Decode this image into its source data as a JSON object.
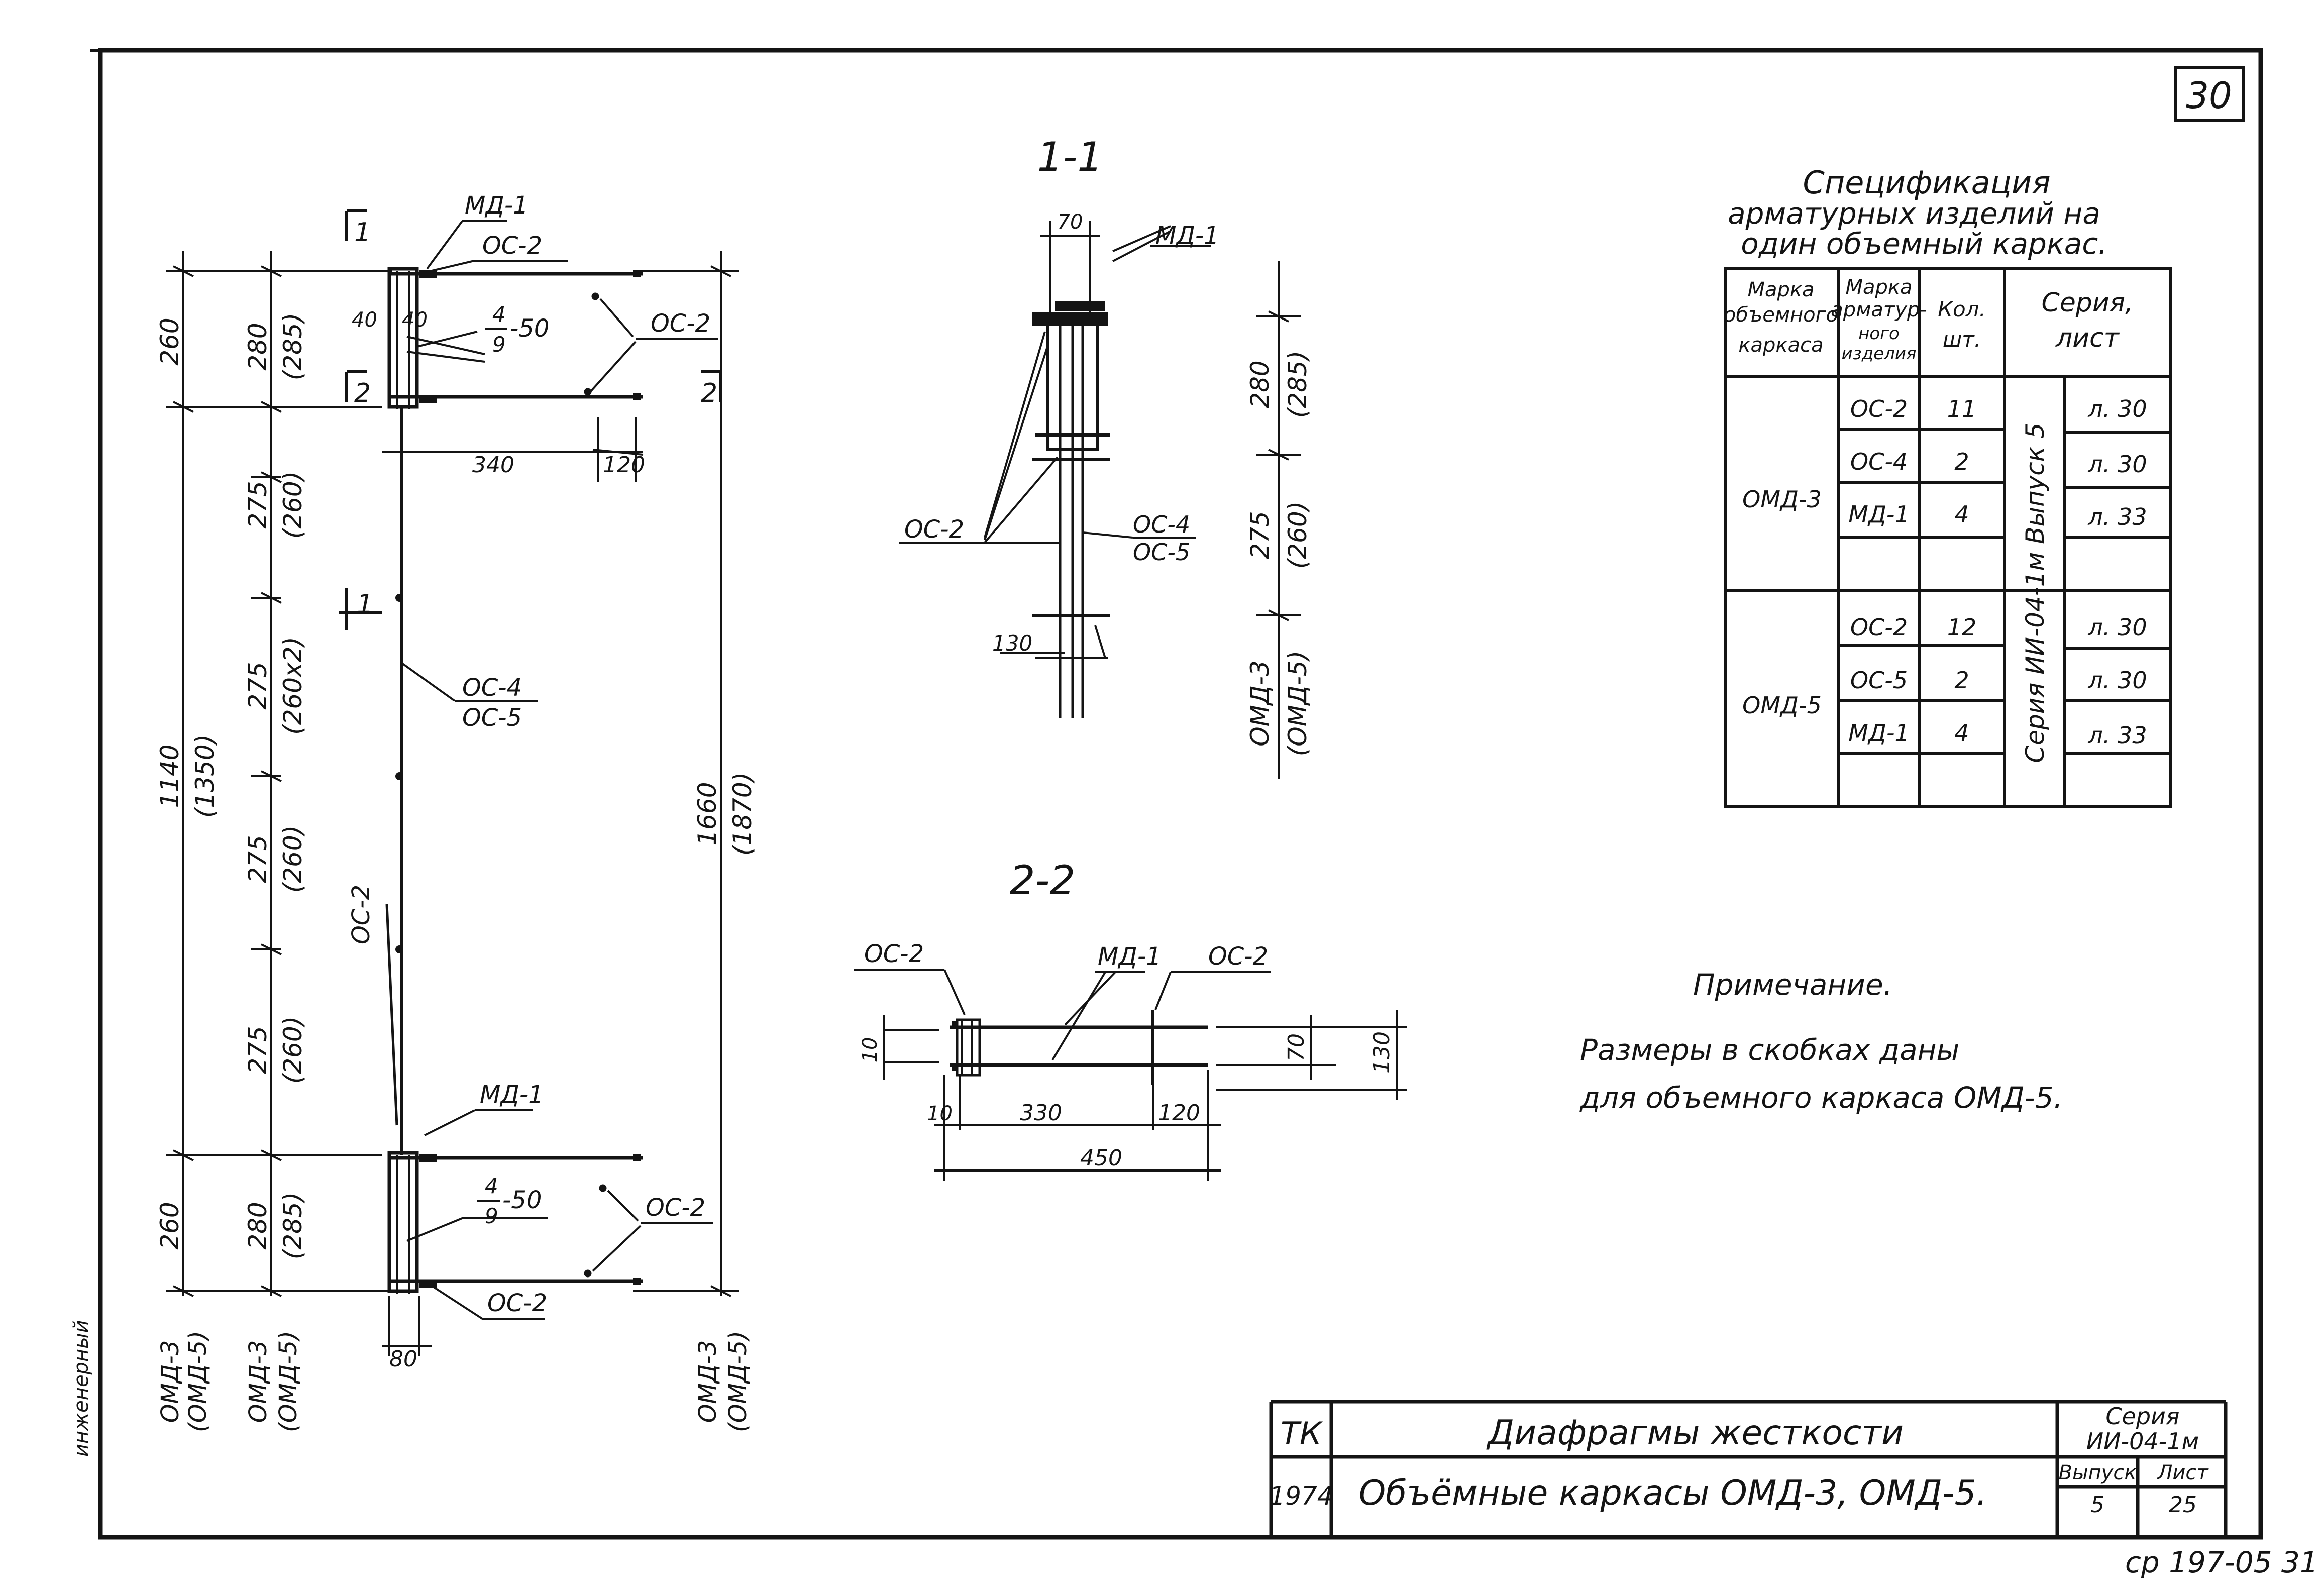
{
  "sheet_number": "30",
  "main_view": {
    "left_dims": [
      "260",
      "1140",
      "(1350)",
      "260"
    ],
    "inner_dims": [
      "280",
      "(285)",
      "275",
      "(260)",
      "275",
      "(260х2)",
      "275",
      "(260)",
      "275",
      "(260)",
      "280",
      "(285)"
    ],
    "right_dims": [
      "1660",
      "(1870)"
    ],
    "bottom_labels": [
      "ОМД-3",
      "(ОМД-5)",
      "ОМД-3",
      "(ОМД-5)",
      "ОМД-3",
      "(ОМД-5)"
    ],
    "top_callouts": {
      "md": "МД-1",
      "oc2_a": "ОС-2",
      "d40a": "40",
      "d40b": "40",
      "frac_num": "4",
      "frac_den": "9",
      "frac_spacing": "-50",
      "oc2_right": "ОС-2",
      "d340": "340",
      "d120": "120"
    },
    "mid_callouts": {
      "oc4": "ОС-4",
      "oc5": "ОС-5",
      "oc2_side": "ОС-2"
    },
    "bottom_callouts": {
      "md": "МД-1",
      "frac_num": "4",
      "frac_den": "9",
      "frac_spacing": "-50",
      "oc2_right": "ОС-2",
      "oc2_bottom": "ОС-2",
      "d80": "80"
    },
    "section_markers": {
      "s1_top": "1",
      "s2_left": "2",
      "s2_right": "2",
      "s1_mid": "1"
    }
  },
  "section_1": {
    "title": "1-1",
    "labels": {
      "d70": "70",
      "md": "МД-1",
      "oc2": "ОС-2",
      "oc4": "ОС-4",
      "oc5": "ОС-5",
      "d130": "130"
    },
    "dims": [
      "280",
      "(285)",
      "275",
      "(260)",
      "ОМД-3",
      "(ОМД-5)"
    ]
  },
  "section_2": {
    "title": "2-2",
    "labels": {
      "oc2_left": "ОС-2",
      "md": "МД-1",
      "oc2_right": "ОС-2",
      "d10a": "10",
      "d10b": "10",
      "d330": "330",
      "d120": "120",
      "d450": "450",
      "d70": "70",
      "d130": "130"
    }
  },
  "specification": {
    "title_lines": [
      "Спецификация",
      "арматурных изделий на",
      "один объемный каркас."
    ],
    "headers": {
      "col1": [
        "Марка",
        "объемного",
        "каркаса"
      ],
      "col2": [
        "Марка",
        "арматур-",
        "ного",
        "изделия"
      ],
      "col3": [
        "Кол.",
        "шт."
      ],
      "col4": [
        "Серия,",
        "лист"
      ]
    },
    "series_vertical": "Серия ИИ-04-1м Выпуск 5",
    "groups": [
      {
        "frame": "ОМД-3",
        "rows": [
          {
            "item": "ОС-2",
            "qty": "11",
            "sheet": "л. 30"
          },
          {
            "item": "ОС-4",
            "qty": "2",
            "sheet": "л. 30"
          },
          {
            "item": "МД-1",
            "qty": "4",
            "sheet": "л. 33"
          },
          {
            "item": "",
            "qty": "",
            "sheet": ""
          }
        ]
      },
      {
        "frame": "ОМД-5",
        "rows": [
          {
            "item": "ОС-2",
            "qty": "12",
            "sheet": "л. 30"
          },
          {
            "item": "ОС-5",
            "qty": "2",
            "sheet": "л. 30"
          },
          {
            "item": "МД-1",
            "qty": "4",
            "sheet": "л. 33"
          },
          {
            "item": "",
            "qty": "",
            "sheet": ""
          }
        ]
      }
    ]
  },
  "note": {
    "title": "Примечание.",
    "lines": [
      "Размеры в скобках даны",
      "для объемного каркаса ОМД-5."
    ]
  },
  "title_block": {
    "org": "ТК",
    "year": "1974",
    "title_line1": "Диафрагмы жесткости",
    "title_line2": "Объёмные каркасы ОМД-3, ОМД-5.",
    "series_label": "Серия",
    "series_value": "ИИ-04-1м",
    "issue_label": "Выпуск",
    "issue_value": "5",
    "sheet_label": "Лист",
    "sheet_value": "25"
  },
  "footer_code": "ср 197-05 31",
  "margin_text": "инженерный"
}
